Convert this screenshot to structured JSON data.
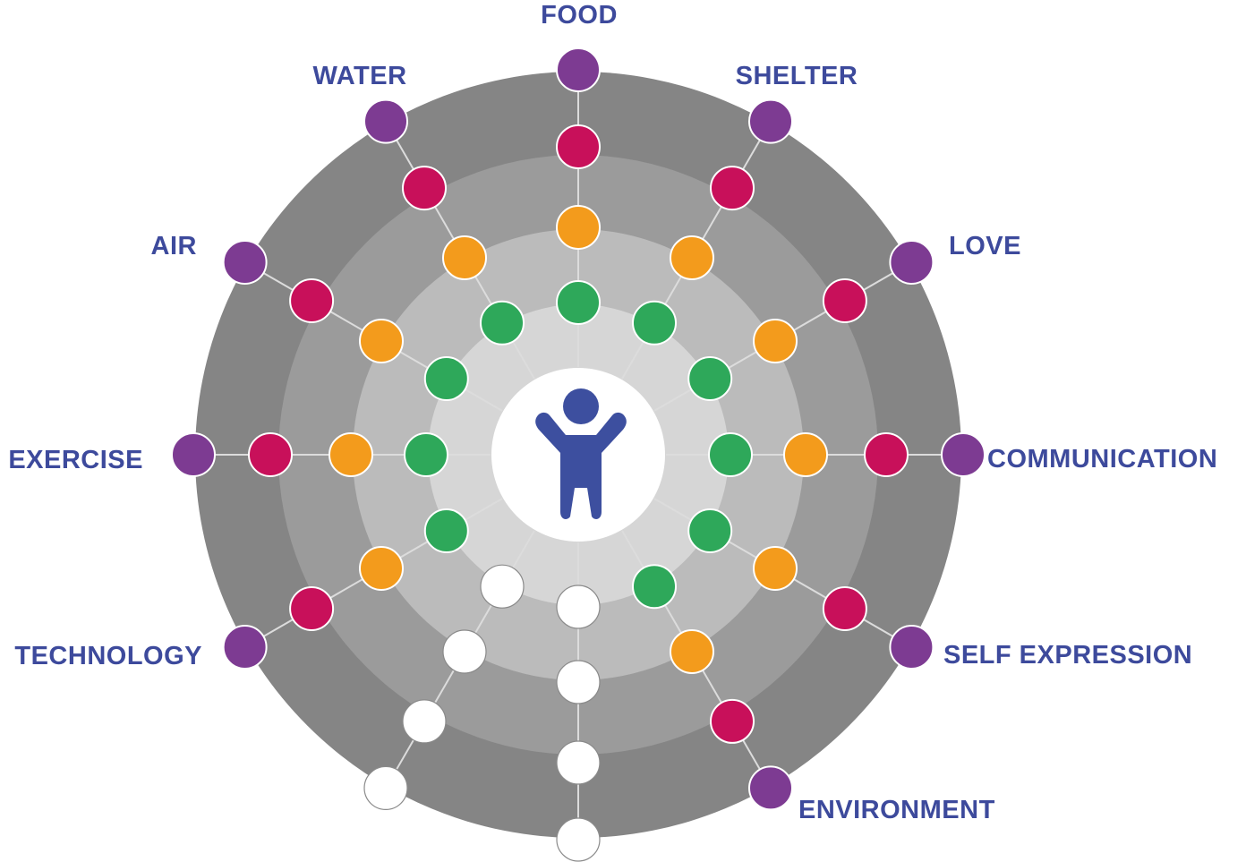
{
  "colors": {
    "ring_outer": "#858585",
    "ring_2": "#9b9b9b",
    "ring_3": "#bbbbbb",
    "ring_inner": "#d6d6d6",
    "center_fill": "#ffffff",
    "person": "#3d4f9f",
    "level_1": "#2ea85a",
    "level_2": "#f39b1c",
    "level_3": "#c8105a",
    "level_4": "#7d3b92",
    "unfilled": "#ffffff",
    "label": "#3d4a9c"
  },
  "center": {
    "icon": "person-arms-raised-icon"
  },
  "needs": [
    {
      "label": "FOOD",
      "levels_filled": 4
    },
    {
      "label": "SHELTER",
      "levels_filled": 4
    },
    {
      "label": "LOVE",
      "levels_filled": 4
    },
    {
      "label": "COMMUNICATION",
      "levels_filled": 4
    },
    {
      "label": "SELF EXPRESSION",
      "levels_filled": 4
    },
    {
      "label": "ENVIRONMENT",
      "levels_filled": 4
    },
    {
      "label": "",
      "levels_filled": 0
    },
    {
      "label": "",
      "levels_filled": 0
    },
    {
      "label": "TECHNOLOGY",
      "levels_filled": 4
    },
    {
      "label": "EXERCISE",
      "levels_filled": 4
    },
    {
      "label": "AIR",
      "levels_filled": 4
    },
    {
      "label": "WATER",
      "levels_filled": 4
    }
  ]
}
